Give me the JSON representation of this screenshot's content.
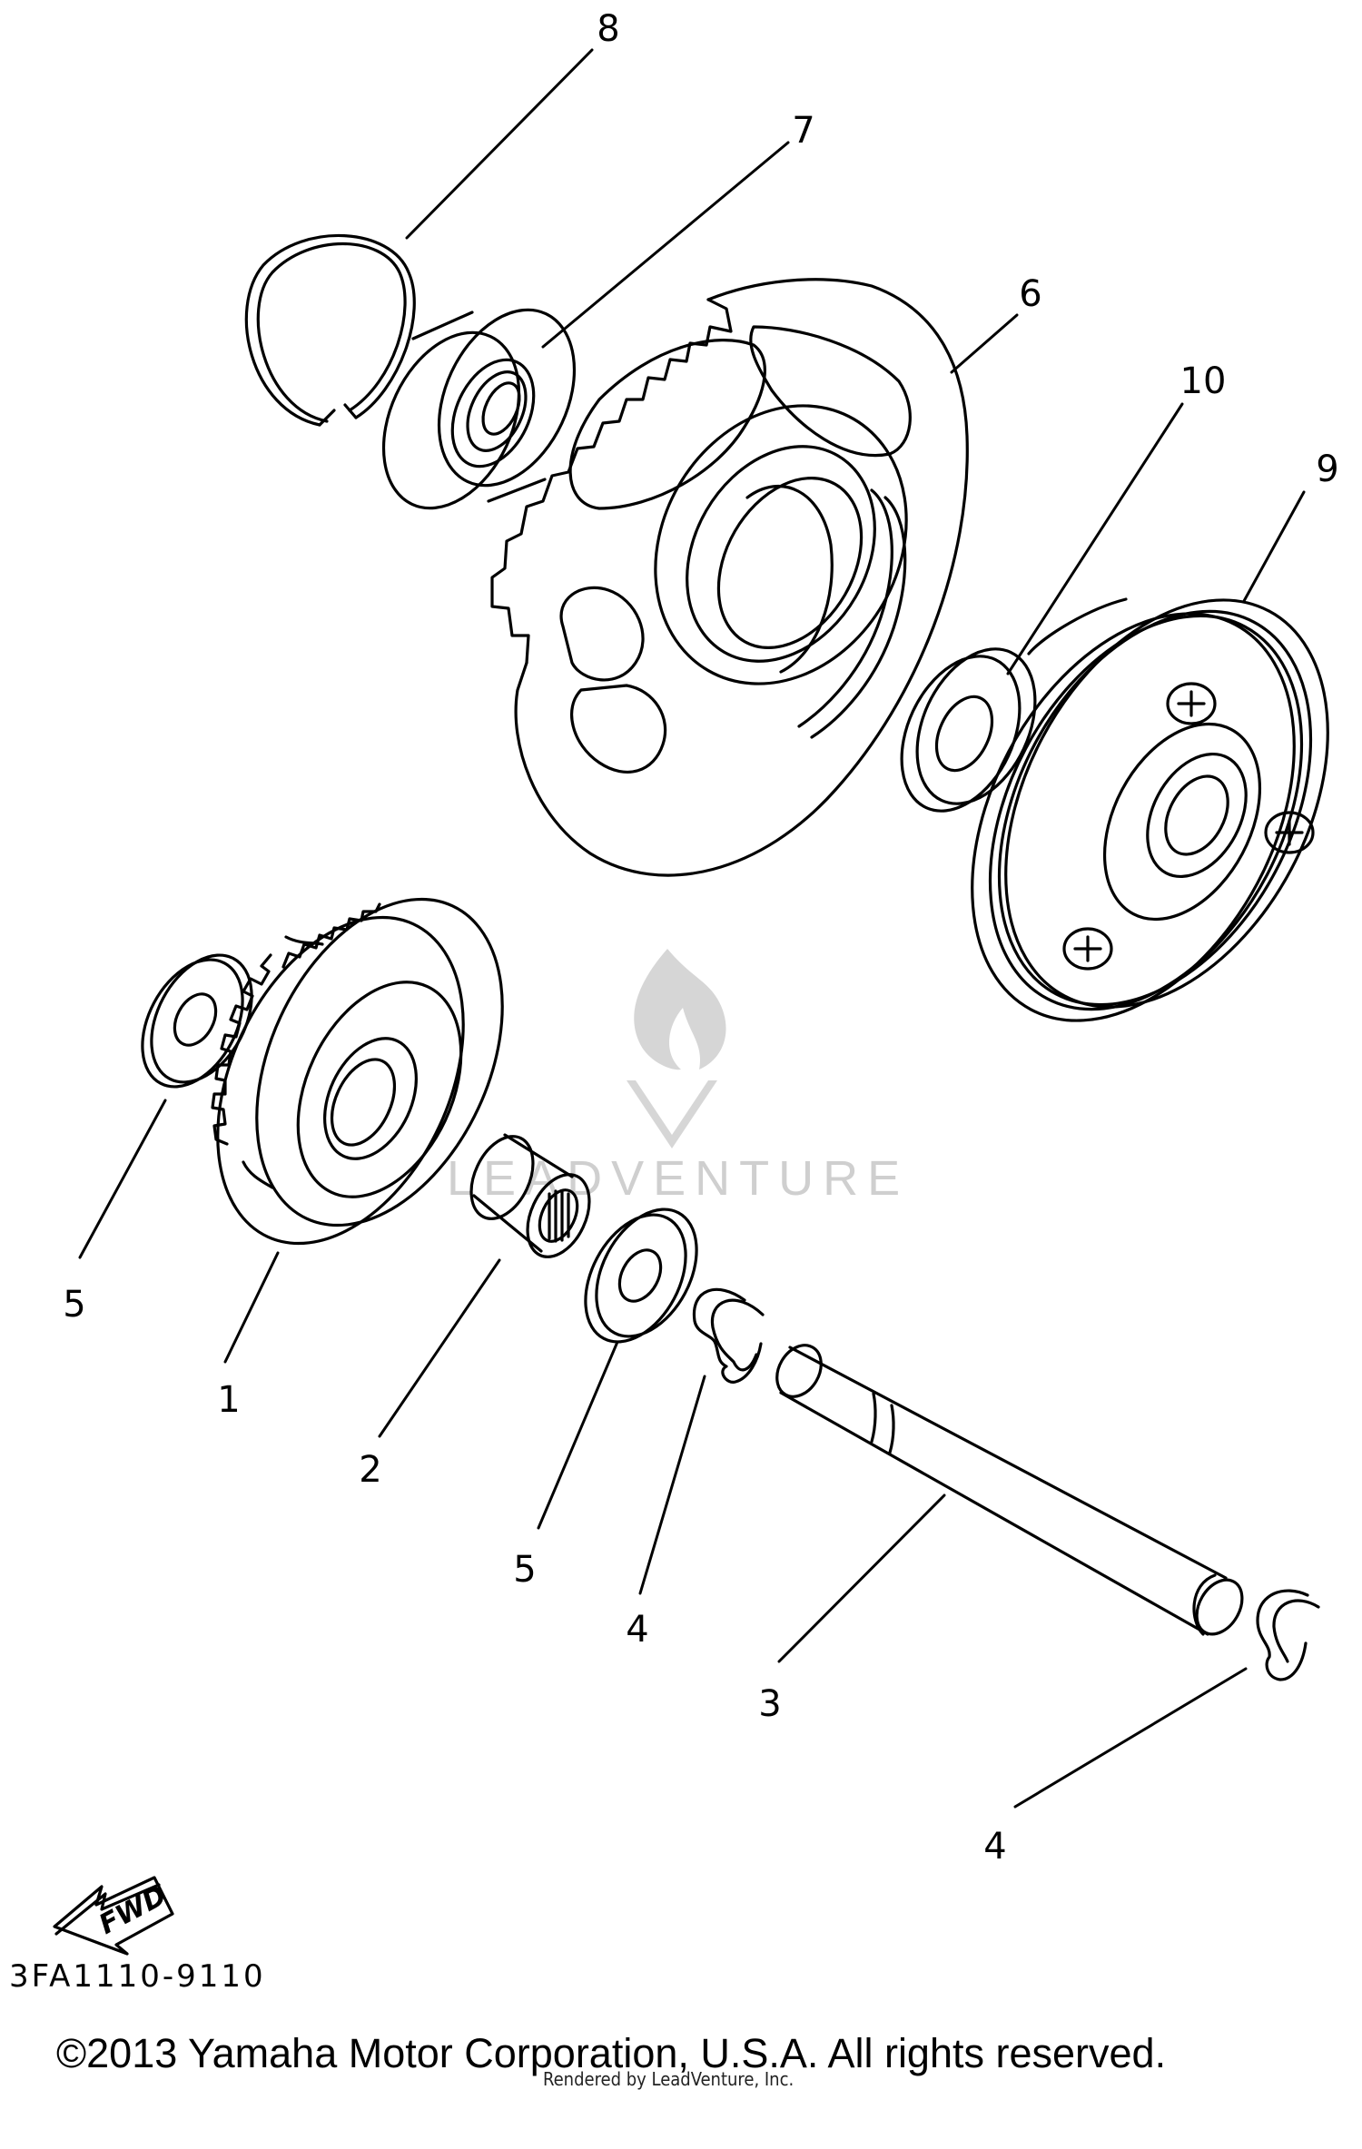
{
  "diagram": {
    "callouts": {
      "c8": "8",
      "c7": "7",
      "c6": "6",
      "c10": "10",
      "c9": "9",
      "c5a": "5",
      "c1": "1",
      "c2": "2",
      "c5b": "5",
      "c4a": "4",
      "c3": "3",
      "c4b": "4"
    },
    "fwd_label": "FWD",
    "drawing_code": "3FA1110-9110"
  },
  "footer": {
    "copyright": "©2013 Yamaha Motor Corporation, U.S.A. All rights reserved.",
    "rendered_by": "Rendered by LeadVenture, Inc."
  },
  "watermark": {
    "text": "LEADVENTURE",
    "logo_icon": "leadventure-flame-logo"
  }
}
